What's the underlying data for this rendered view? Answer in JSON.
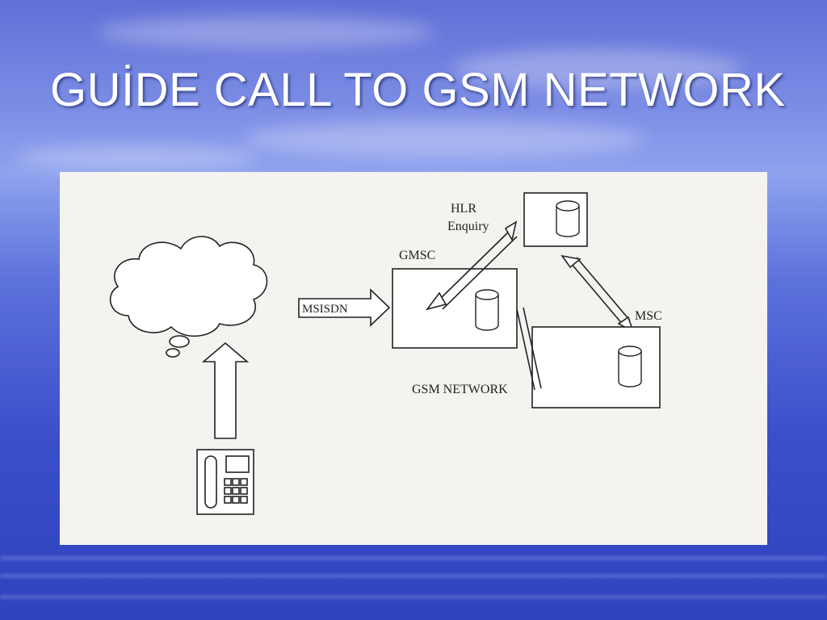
{
  "slide": {
    "title": "GUİDE CALL TO GSM NETWORK"
  },
  "diagram": {
    "labels": {
      "hlr_enquiry_line1": "HLR",
      "hlr_enquiry_line2": "Enquiry",
      "gmsc": "GMSC",
      "msisdn": "MSISDN",
      "msc": "MSC",
      "gsm_network": "GSM NETWORK"
    },
    "nodes": [
      "telephone",
      "cloud",
      "GMSC",
      "HLR",
      "MSC"
    ],
    "links": [
      {
        "from": "telephone",
        "to": "cloud"
      },
      {
        "from": "cloud",
        "to": "GMSC",
        "label": "MSISDN"
      },
      {
        "from": "GMSC",
        "to": "HLR",
        "label": "HLR Enquiry",
        "bidirectional": true
      },
      {
        "from": "HLR",
        "to": "MSC",
        "bidirectional": true
      },
      {
        "from": "GMSC",
        "to": "MSC"
      }
    ]
  }
}
